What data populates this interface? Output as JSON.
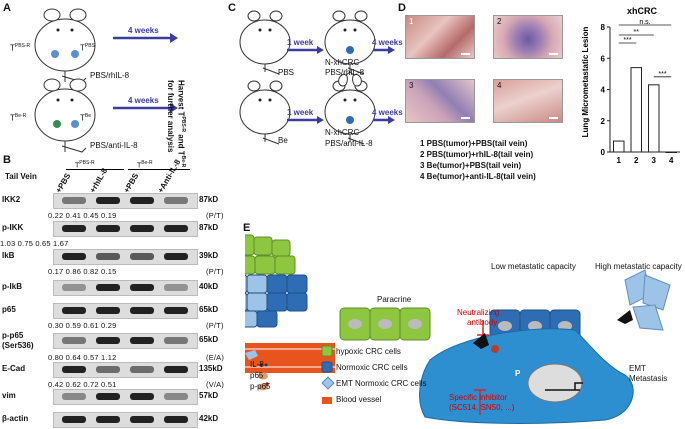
{
  "panel_a": {
    "letter": "A",
    "mouse1_label": "T",
    "mouse1_sup": "PBS-R",
    "mouse1_right_label": "T",
    "mouse1_right_sup": "PBS",
    "arrow1_label": "4 weeks",
    "treatment1": "PBS/rhIL-8",
    "mouse2_label": "T",
    "mouse2_sup": "Be-R",
    "mouse2_right_label": "T",
    "mouse2_right_sup": "Be",
    "arrow2_label": "4 weeks",
    "treatment2": "PBS/anti-IL-8",
    "vertical_text_1": "Harvest T",
    "vertical_sup_1": "PBS-R",
    "vertical_text_2": " and T",
    "vertical_sup_2": "Be-R",
    "vertical_text_3": "for further analysis"
  },
  "panel_b": {
    "letter": "B",
    "group1": "T",
    "group1_sup": "PBS-R",
    "group2": "T",
    "group2_sup": "Be-R",
    "tail_vein": "Tail Vein",
    "lanes": [
      "+PBS",
      "+rhIL-8",
      "+PBS",
      "+Anti-IL-8"
    ],
    "blots": [
      {
        "label": "IKK2",
        "kd": "87kD",
        "ratios": "0.22  0.41  0.45  0.19",
        "unit": "(P/T)"
      },
      {
        "label": "p-IKK",
        "kd": "87kD",
        "ratios": "1.03  0.75  0.65  1.67",
        "unit": ""
      },
      {
        "label": "IkB",
        "kd": "39kD",
        "ratios": "0.17  0.86  0.82  0.15",
        "unit": "(P/T)"
      },
      {
        "label": "p-IkB",
        "kd": "40kD",
        "ratios": "",
        "unit": ""
      },
      {
        "label": "p65",
        "kd": "65kD",
        "ratios": "0.30  0.59  0.61  0.29",
        "unit": "(P/T)"
      },
      {
        "label": "p-p65",
        "label2": "(Ser536)",
        "kd": "65kD",
        "ratios": "0.80  0.64  0.57  1.12",
        "unit": "(E/A)"
      },
      {
        "label": "E-Cad",
        "kd": "135kD",
        "ratios": "0.42  0.62  0.72  0.51",
        "unit": "(V/A)"
      },
      {
        "label": "vim",
        "kd": "57kD",
        "ratios": "",
        "unit": ""
      },
      {
        "label": "β-actin",
        "kd": "42kD",
        "ratios": "",
        "unit": ""
      }
    ]
  },
  "panel_c": {
    "letter": "C",
    "week1": "1 week",
    "week4a": "4 weeks",
    "treat1": "PBS",
    "label1": "N-xhCRC",
    "label1b": "PBS/rhIL-8",
    "week1b": "1 week",
    "week4b": "4 weeks",
    "treat2": "Be",
    "label2": "N-xhCRC",
    "label2b": "PBS/anti-IL-8"
  },
  "panel_d": {
    "letter": "D",
    "image_numbers": [
      "1",
      "2",
      "3",
      "4"
    ],
    "legend": [
      "1  PBS(tumor)+PBS(tail vein)",
      "2  PBS(tumor)+rhIL-8(tail vein)",
      "3  Be(tumor)+PBS(tail vein)",
      "4  Be(tumor)+anti-IL-8(tail vein)"
    ]
  },
  "panel_e": {
    "letter": "E",
    "legend": [
      {
        "label": "hypoxic CRC cells",
        "color": "#8dc63f"
      },
      {
        "label": "Normoxic CRC cells",
        "color": "#2e6db4"
      },
      {
        "label": "EMT Normoxic CRC cells",
        "color": "#9dc3e6"
      },
      {
        "label": "Blood vessel",
        "color": "#e8541e"
      }
    ],
    "small_legend": [
      "IL-8",
      "p65",
      "p-p65"
    ],
    "paracrine": "Paracrine",
    "neutralizing": "Neutralizing",
    "antibody": "antibody",
    "low_capacity": "Low metastatic capacity",
    "high_capacity": "High metastatic capacity",
    "emt": "EMT",
    "metastasis": "Metastasis",
    "inhibitor1": "Specific inhibitor",
    "inhibitor2": "(SC514, SN50, ...)",
    "p_label": "P"
  },
  "chart_data": {
    "type": "bar",
    "title": "xhCRC",
    "ylabel": "Lung Micrometastatic Lesion",
    "categories": [
      "1",
      "2",
      "3",
      "4"
    ],
    "values": [
      0.7,
      5.4,
      4.3,
      0.0
    ],
    "ylim": [
      0,
      8
    ],
    "yticks": [
      0,
      2,
      4,
      6,
      8
    ],
    "significance": [
      {
        "label": "n.s.",
        "from": "1",
        "to": "4"
      },
      {
        "label": "**",
        "from": "1",
        "to": "3"
      },
      {
        "label": "***",
        "from": "1",
        "to": "2"
      },
      {
        "label": "***",
        "from": "3",
        "to": "4"
      }
    ],
    "colors": {
      "bar": "#ffffff",
      "edge": "#222222"
    }
  }
}
